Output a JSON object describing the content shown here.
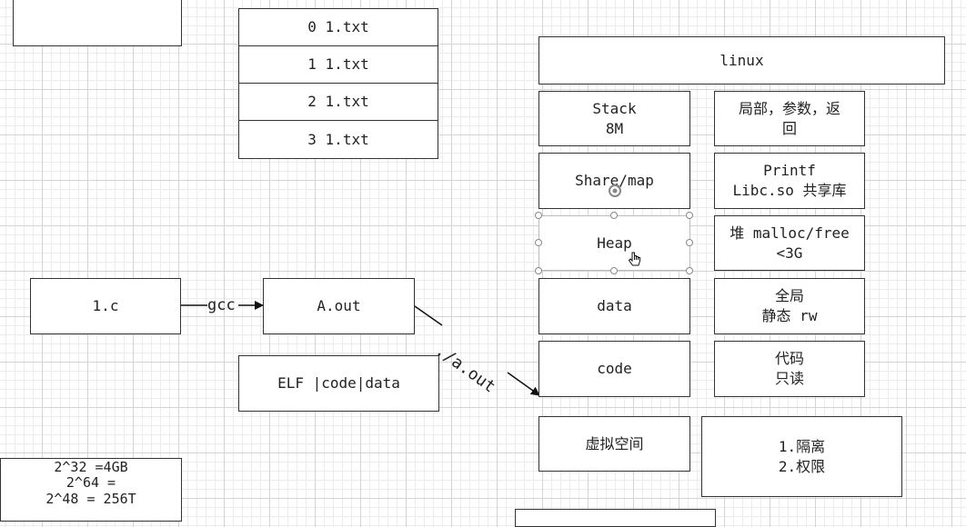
{
  "colors": {
    "border": "#333333",
    "grid": "#d4d4d4",
    "selection": "#999999"
  },
  "top_left_box": {
    "text": ""
  },
  "file_table": {
    "rows": [
      "0 1.txt",
      "1 1.txt",
      "2 1.txt",
      "3 1.txt"
    ]
  },
  "linux_header": "linux",
  "memory_segments": [
    {
      "name": "Stack\n8M",
      "desc": "局部，参数，返\n回"
    },
    {
      "name": "Share/map",
      "desc": "Printf\nLibc.so 共享库"
    },
    {
      "name": "Heap",
      "desc": "堆 malloc/free\n<3G"
    },
    {
      "name": "data",
      "desc": "全局\n静态 rw"
    },
    {
      "name": "code",
      "desc": "代码\n只读"
    }
  ],
  "virtual_space": {
    "label": "虚拟空间",
    "desc": "1.隔离\n2.权限"
  },
  "compile_flow": {
    "source": "1.c",
    "tool": "gcc",
    "output": "A.out",
    "run": "./a.out",
    "elf": "ELF |code|data"
  },
  "math_box": {
    "lines": [
      "2^32 =4GB",
      "2^64 =",
      "2^48 = 256T"
    ]
  },
  "icons": [
    "rotate-handle-icon",
    "hand-cursor-icon"
  ]
}
